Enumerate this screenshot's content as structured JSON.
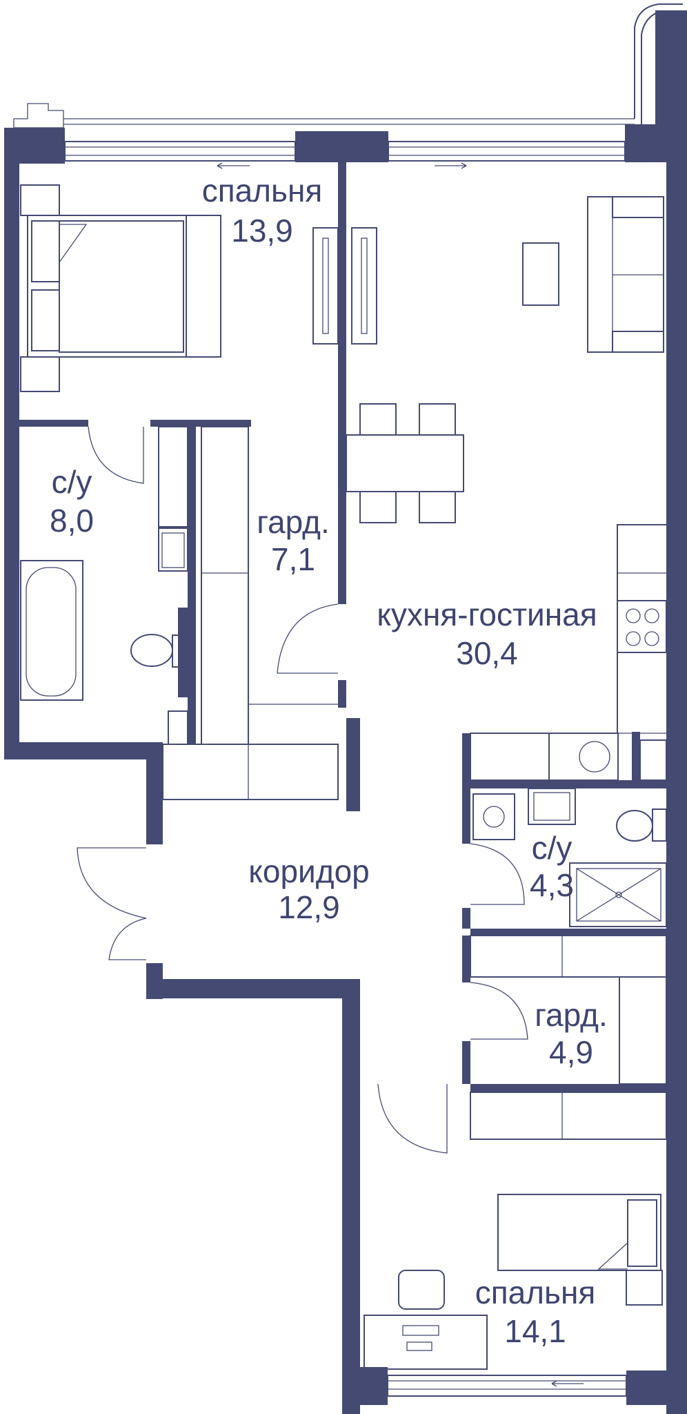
{
  "plan": {
    "colors": {
      "wall": "#454a73",
      "text": "#3f4570",
      "background": "#ffffff"
    },
    "rooms": [
      {
        "id": "bedroom-1",
        "name": "спальня",
        "area": "13,9"
      },
      {
        "id": "bathroom-1",
        "name": "с/у",
        "area": "8,0"
      },
      {
        "id": "wardrobe-1",
        "name": "гард.",
        "area": "7,1"
      },
      {
        "id": "kitchen-living",
        "name": "кухня-гостиная",
        "area": "30,4"
      },
      {
        "id": "corridor",
        "name": "коридор",
        "area": "12,9"
      },
      {
        "id": "bathroom-2",
        "name": "с/у",
        "area": "4,3"
      },
      {
        "id": "wardrobe-2",
        "name": "гард.",
        "area": "4,9"
      },
      {
        "id": "bedroom-2",
        "name": "спальня",
        "area": "14,1"
      }
    ]
  }
}
